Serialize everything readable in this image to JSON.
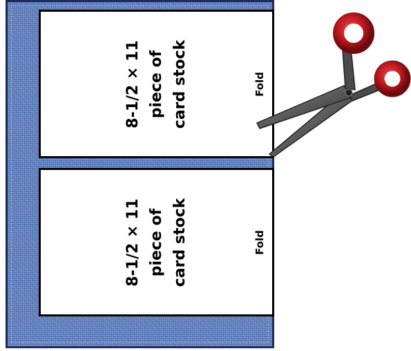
{
  "cards": [
    {
      "lines": [
        "8-1/2 × 11",
        "piece of",
        "card stock"
      ],
      "fold_label": "Fold"
    },
    {
      "lines": [
        "8-1/2 × 11",
        "piece of",
        "card stock"
      ],
      "fold_label": "Fold"
    }
  ],
  "colors": {
    "fabric": "#5e7fc0",
    "fabric_border": "#1f2a5c",
    "card": "#ffffff",
    "scissors_handle": "#c0191f",
    "scissors_blade": "#5a5a5a"
  },
  "icons": {
    "scissors": "scissors-icon"
  }
}
